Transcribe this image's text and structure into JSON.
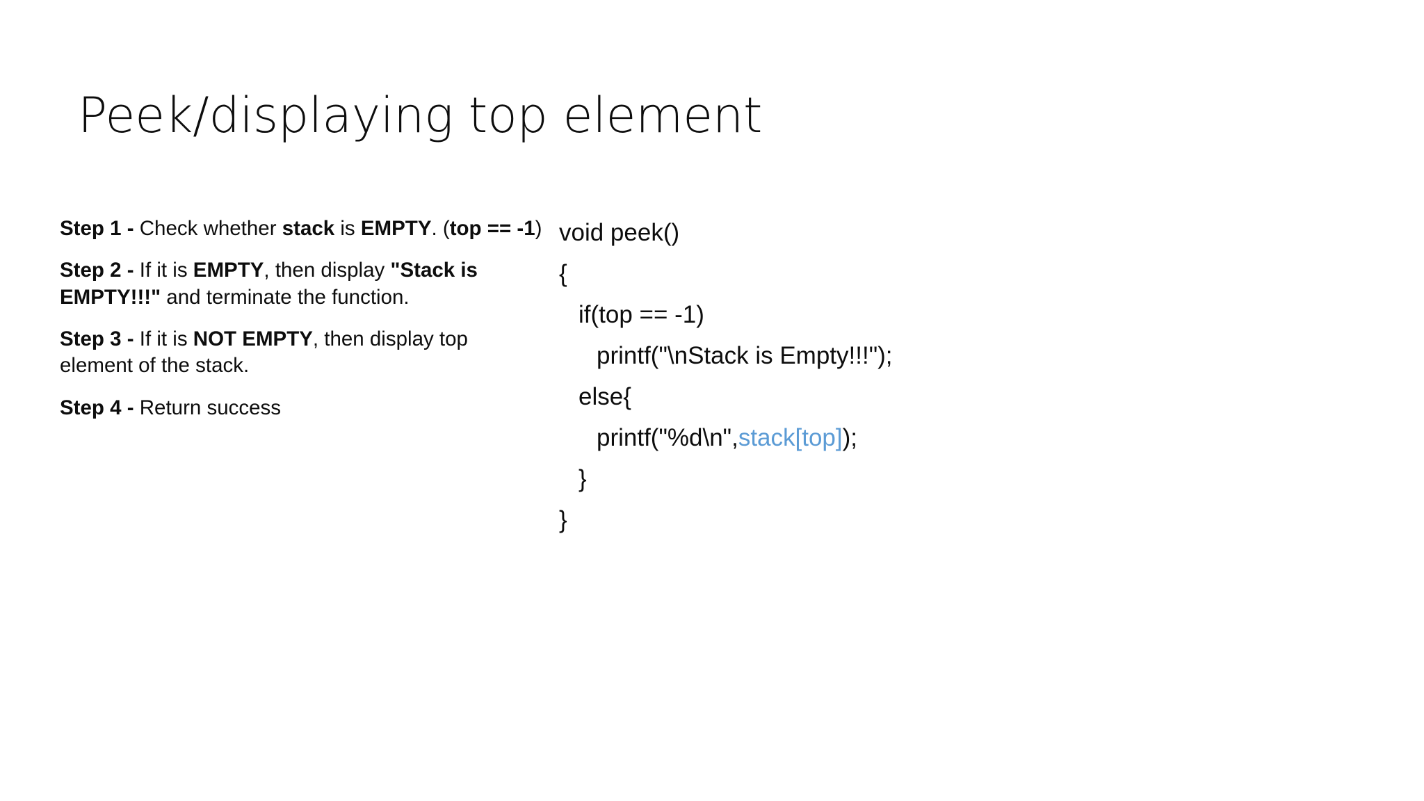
{
  "slide": {
    "title": "Peek/displaying top element",
    "background_color": "#ffffff",
    "text_color": "#0d0d0d",
    "accent_color": "#5B9BD5"
  },
  "steps": [
    {
      "name": "step-1",
      "runs": [
        {
          "text": "Step 1 - ",
          "bold": true
        },
        {
          "text": "Check whether ",
          "bold": false
        },
        {
          "text": "stack",
          "bold": true
        },
        {
          "text": " is ",
          "bold": false
        },
        {
          "text": "EMPTY",
          "bold": true
        },
        {
          "text": ". (",
          "bold": false
        },
        {
          "text": "top == -1",
          "bold": true
        },
        {
          "text": ")",
          "bold": false
        }
      ],
      "plain": "Step 1 - Check whether stack is EMPTY. (top == -1)"
    },
    {
      "name": "step-2",
      "runs": [
        {
          "text": "Step 2 - ",
          "bold": true
        },
        {
          "text": "If it is ",
          "bold": false
        },
        {
          "text": "EMPTY",
          "bold": true
        },
        {
          "text": ", then display ",
          "bold": false
        },
        {
          "text": "\"Stack is EMPTY!!!\"",
          "bold": true
        },
        {
          "text": " and terminate the function.",
          "bold": false
        }
      ],
      "plain": "Step 2 - If it is EMPTY, then display \"Stack is EMPTY!!!\" and terminate the function."
    },
    {
      "name": "step-3",
      "runs": [
        {
          "text": "Step 3 - ",
          "bold": true
        },
        {
          "text": "If it is ",
          "bold": false
        },
        {
          "text": "NOT EMPTY",
          "bold": true
        },
        {
          "text": ", then display top element of the stack.",
          "bold": false
        }
      ],
      "plain": "Step 3 - If it is NOT EMPTY, then display top element of the stack."
    },
    {
      "name": "step-4",
      "runs": [
        {
          "text": "Step 4 - ",
          "bold": true
        },
        {
          "text": "Return success",
          "bold": false
        }
      ],
      "plain": "Step 4 - Return success"
    }
  ],
  "code": {
    "language": "c",
    "lines": [
      {
        "name": "code-line-function-signature",
        "indent": 0,
        "runs": [
          {
            "text": "void peek()",
            "color": "#0d0d0d"
          }
        ],
        "plain": "void peek()"
      },
      {
        "name": "code-line-open-brace-outer",
        "indent": 0,
        "runs": [
          {
            "text": "{",
            "color": "#0d0d0d"
          }
        ],
        "plain": "{"
      },
      {
        "name": "code-line-if-condition",
        "indent": 1,
        "runs": [
          {
            "text": "if(top == -1)",
            "color": "#0d0d0d"
          }
        ],
        "plain": "if(top == -1)"
      },
      {
        "name": "code-line-printf-empty",
        "indent": 2,
        "runs": [
          {
            "text": "printf(\"\\nStack is Empty!!!\");",
            "color": "#0d0d0d"
          }
        ],
        "plain": "printf(\"\\nStack is Empty!!!\");"
      },
      {
        "name": "code-line-else-open",
        "indent": 1,
        "runs": [
          {
            "text": "else{",
            "color": "#0d0d0d"
          }
        ],
        "plain": "else{"
      },
      {
        "name": "code-line-printf-top",
        "indent": 2,
        "runs": [
          {
            "text": "printf(\"%d\\n\",",
            "color": "#0d0d0d"
          },
          {
            "text": "stack[top]",
            "color": "#5B9BD5"
          },
          {
            "text": ");",
            "color": "#0d0d0d"
          }
        ],
        "plain": "printf(\"%d\\n\",stack[top]);"
      },
      {
        "name": "code-line-close-brace-else",
        "indent": 1,
        "runs": [
          {
            "text": "}",
            "color": "#0d0d0d"
          }
        ],
        "plain": "}"
      },
      {
        "name": "code-line-close-brace-outer",
        "indent": 0,
        "runs": [
          {
            "text": "}",
            "color": "#0d0d0d"
          }
        ],
        "plain": "}"
      }
    ]
  }
}
